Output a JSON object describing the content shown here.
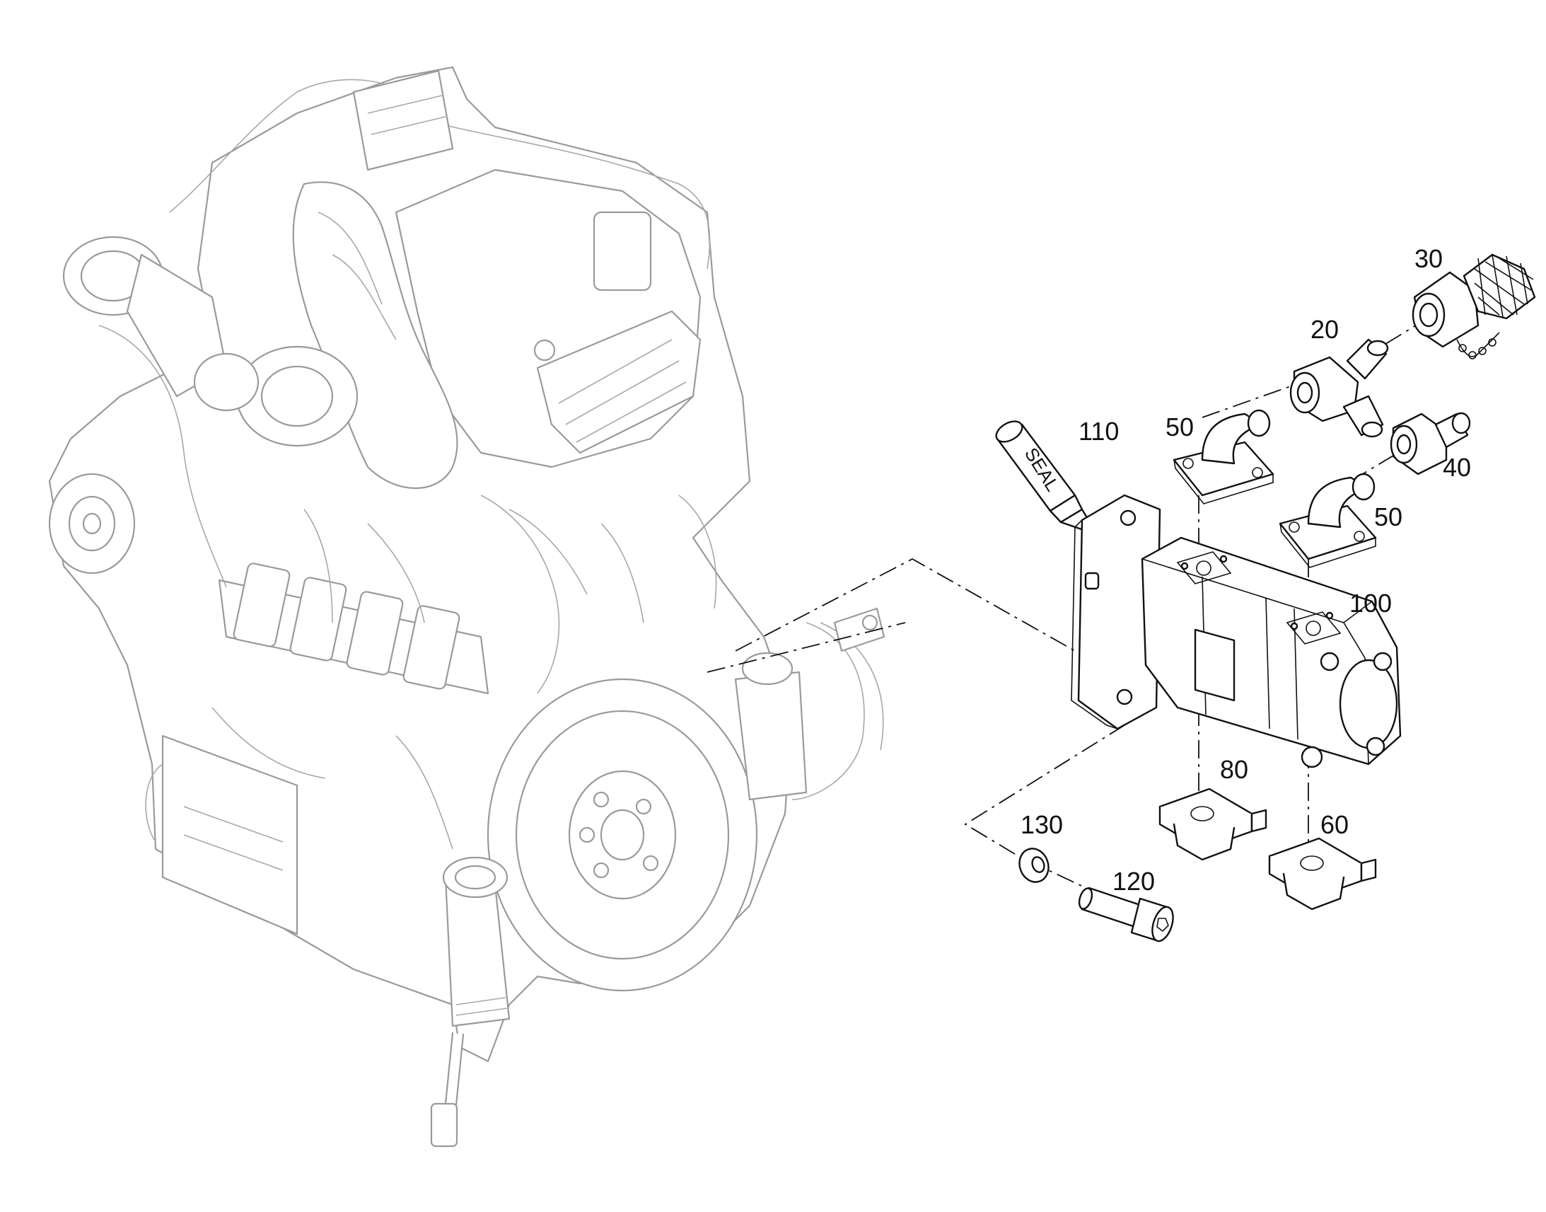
{
  "callouts": {
    "c20": "20",
    "c30": "30",
    "c40": "40",
    "c50a": "50",
    "c50b": "50",
    "c60": "60",
    "c80": "80",
    "c100": "100",
    "c110": "110",
    "c120": "120",
    "c130": "130"
  },
  "seal_tube_label": "SEAL",
  "colors": {
    "engine_line": "#9a9a9a",
    "part_line": "#111111",
    "background": "#ffffff"
  }
}
